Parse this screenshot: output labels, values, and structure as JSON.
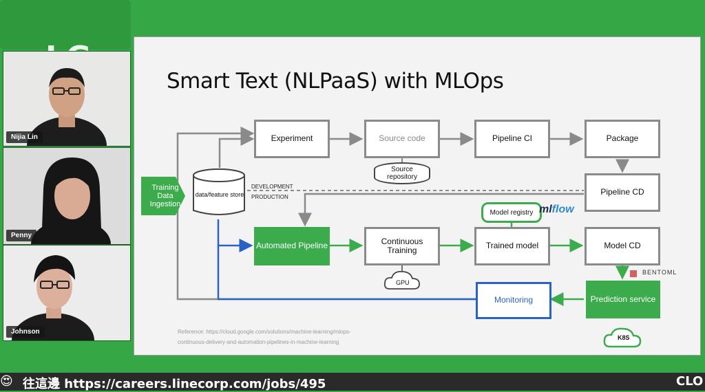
{
  "participants": [
    {
      "name": "Nijia Lin",
      "icon": "person-icon"
    },
    {
      "name": "Penny",
      "icon": "person-icon"
    },
    {
      "name": "Johnson",
      "icon": "person-icon"
    }
  ],
  "slide": {
    "title": "Smart Text (NLPaaS) with MLOps",
    "nodes": {
      "training_ingestion": "Training Data Ingestion",
      "feature_store": "data/feature store",
      "experiment": "Experiment",
      "source_code": "Source code",
      "source_repository": "Source repository",
      "pipeline_ci": "Pipeline CI",
      "package": "Package",
      "pipeline_cd": "Pipeline CD",
      "automated_pipeline": "Automated Pipeline",
      "continuous_training": "Continuous Training",
      "gpu": "GPU",
      "model_registry": "Model registry",
      "trained_model": "Trained model",
      "model_cd": "Model CD",
      "monitoring": "Monitoring",
      "prediction_service": "Prediction service",
      "k8s": "K8S"
    },
    "labels": {
      "development": "DEVELOPMENT",
      "production": "PRODUCTION"
    },
    "logos": {
      "mlflow_a": "ml",
      "mlflow_b": "flow",
      "bentoml": "BENTOML"
    },
    "reference": "Reference: https://cloud.google.com/solutions/machine-learning/mlops-continuous-delivery-and-automation-pipelines-in-machine-learning"
  },
  "banner": {
    "emoji": "😍",
    "text": "往這邊 https://careers.linecorp.com/jobs/495",
    "right": "CLO"
  },
  "background": {
    "logo": "LG"
  },
  "colors": {
    "background": "#35a845",
    "green": "#3cab4c",
    "blue": "#2a62c4",
    "gray": "#8a8a8a"
  }
}
